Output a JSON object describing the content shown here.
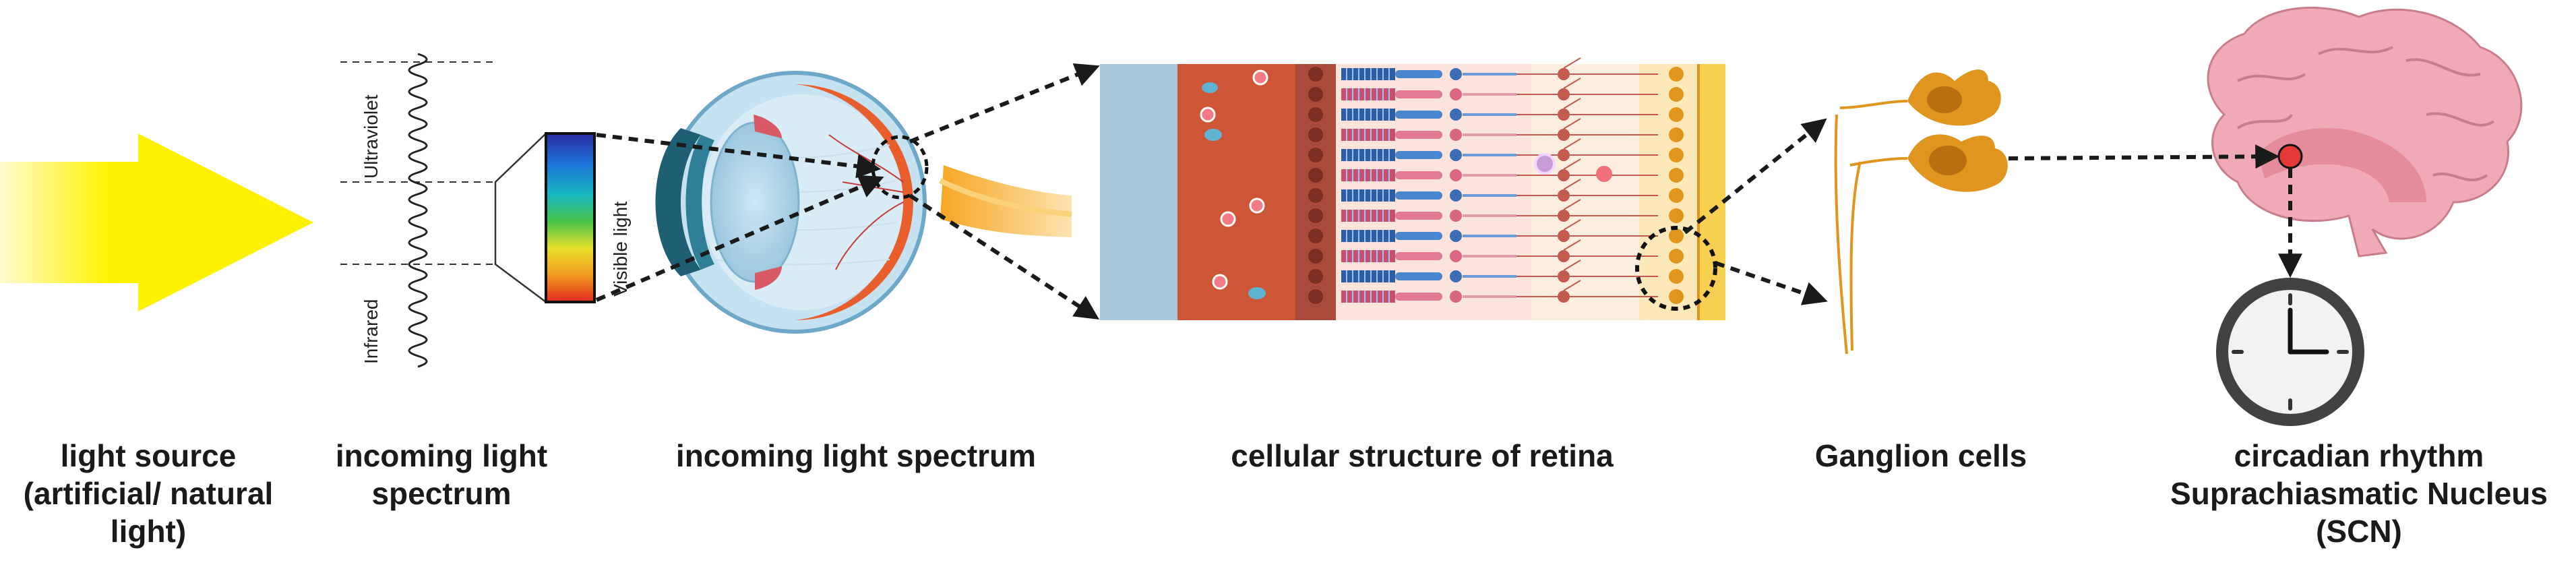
{
  "spectrum_labels": {
    "ultraviolet": "Ultraviolet",
    "visible": "Visible light",
    "infrared": "Infrared"
  },
  "captions": {
    "light_source": [
      "light source",
      "(artificial/ natural",
      "light)"
    ],
    "incoming_spectrum": [
      "incoming light",
      "spectrum"
    ],
    "eye_spectrum": [
      "incoming light spectrum"
    ],
    "retina": [
      "cellular structure of retina"
    ],
    "ganglion": [
      "Ganglion cells"
    ],
    "scn": [
      "circadian rhythm",
      "Suprachiasmatic Nucleus",
      "(SCN)"
    ]
  },
  "colors": {
    "light": "#fff200",
    "arrow": "#1a1a1a",
    "ganglion": "#e0961e",
    "scn_marker": "#e53935"
  }
}
